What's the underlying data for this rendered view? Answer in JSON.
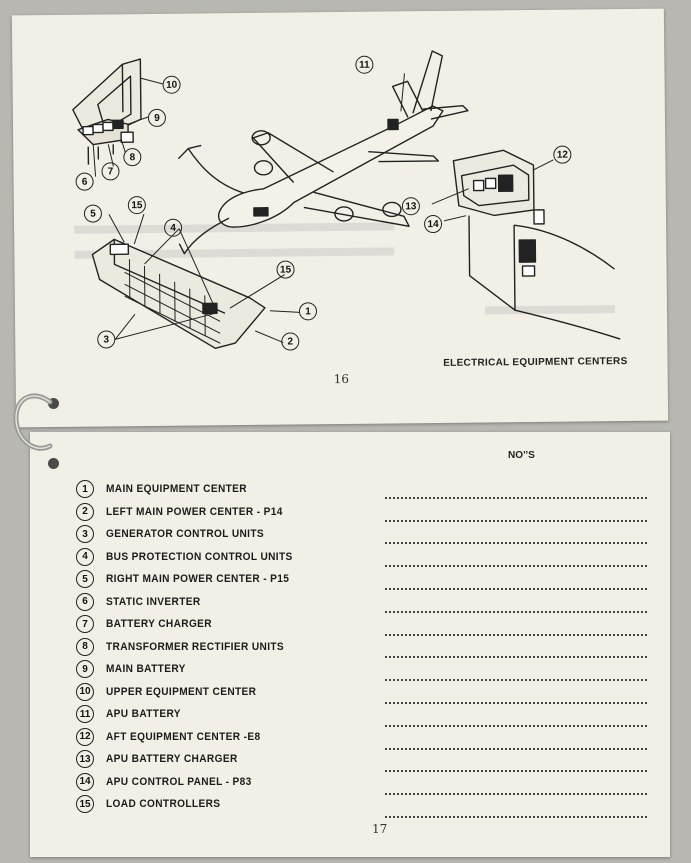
{
  "page_top": {
    "page_number": "16",
    "caption": "ELECTRICAL EQUIPMENT CENTERS",
    "callouts": [
      "1",
      "2",
      "3",
      "4",
      "5",
      "6",
      "7",
      "8",
      "9",
      "10",
      "11",
      "12",
      "13",
      "14",
      "15"
    ]
  },
  "page_bottom": {
    "page_number": "17",
    "notes_title": "NO’’S",
    "legend": [
      {
        "num": "1",
        "label": "MAIN EQUIPMENT CENTER"
      },
      {
        "num": "2",
        "label": "LEFT MAIN POWER CENTER - P14"
      },
      {
        "num": "3",
        "label": "GENERATOR CONTROL UNITS"
      },
      {
        "num": "4",
        "label": "BUS PROTECTION CONTROL UNITS"
      },
      {
        "num": "5",
        "label": "RIGHT MAIN POWER CENTER - P15"
      },
      {
        "num": "6",
        "label": "STATIC INVERTER"
      },
      {
        "num": "7",
        "label": "BATTERY CHARGER"
      },
      {
        "num": "8",
        "label": "TRANSFORMER RECTIFIER UNITS"
      },
      {
        "num": "9",
        "label": "MAIN BATTERY"
      },
      {
        "num": "10",
        "label": "UPPER EQUIPMENT CENTER"
      },
      {
        "num": "11",
        "label": "APU BATTERY"
      },
      {
        "num": "12",
        "label": "AFT EQUIPMENT CENTER -E8"
      },
      {
        "num": "13",
        "label": "APU BATTERY CHARGER"
      },
      {
        "num": "14",
        "label": "APU CONTROL PANEL - P83"
      },
      {
        "num": "15",
        "label": "LOAD CONTROLLERS"
      }
    ],
    "notes_line_count": 15
  }
}
